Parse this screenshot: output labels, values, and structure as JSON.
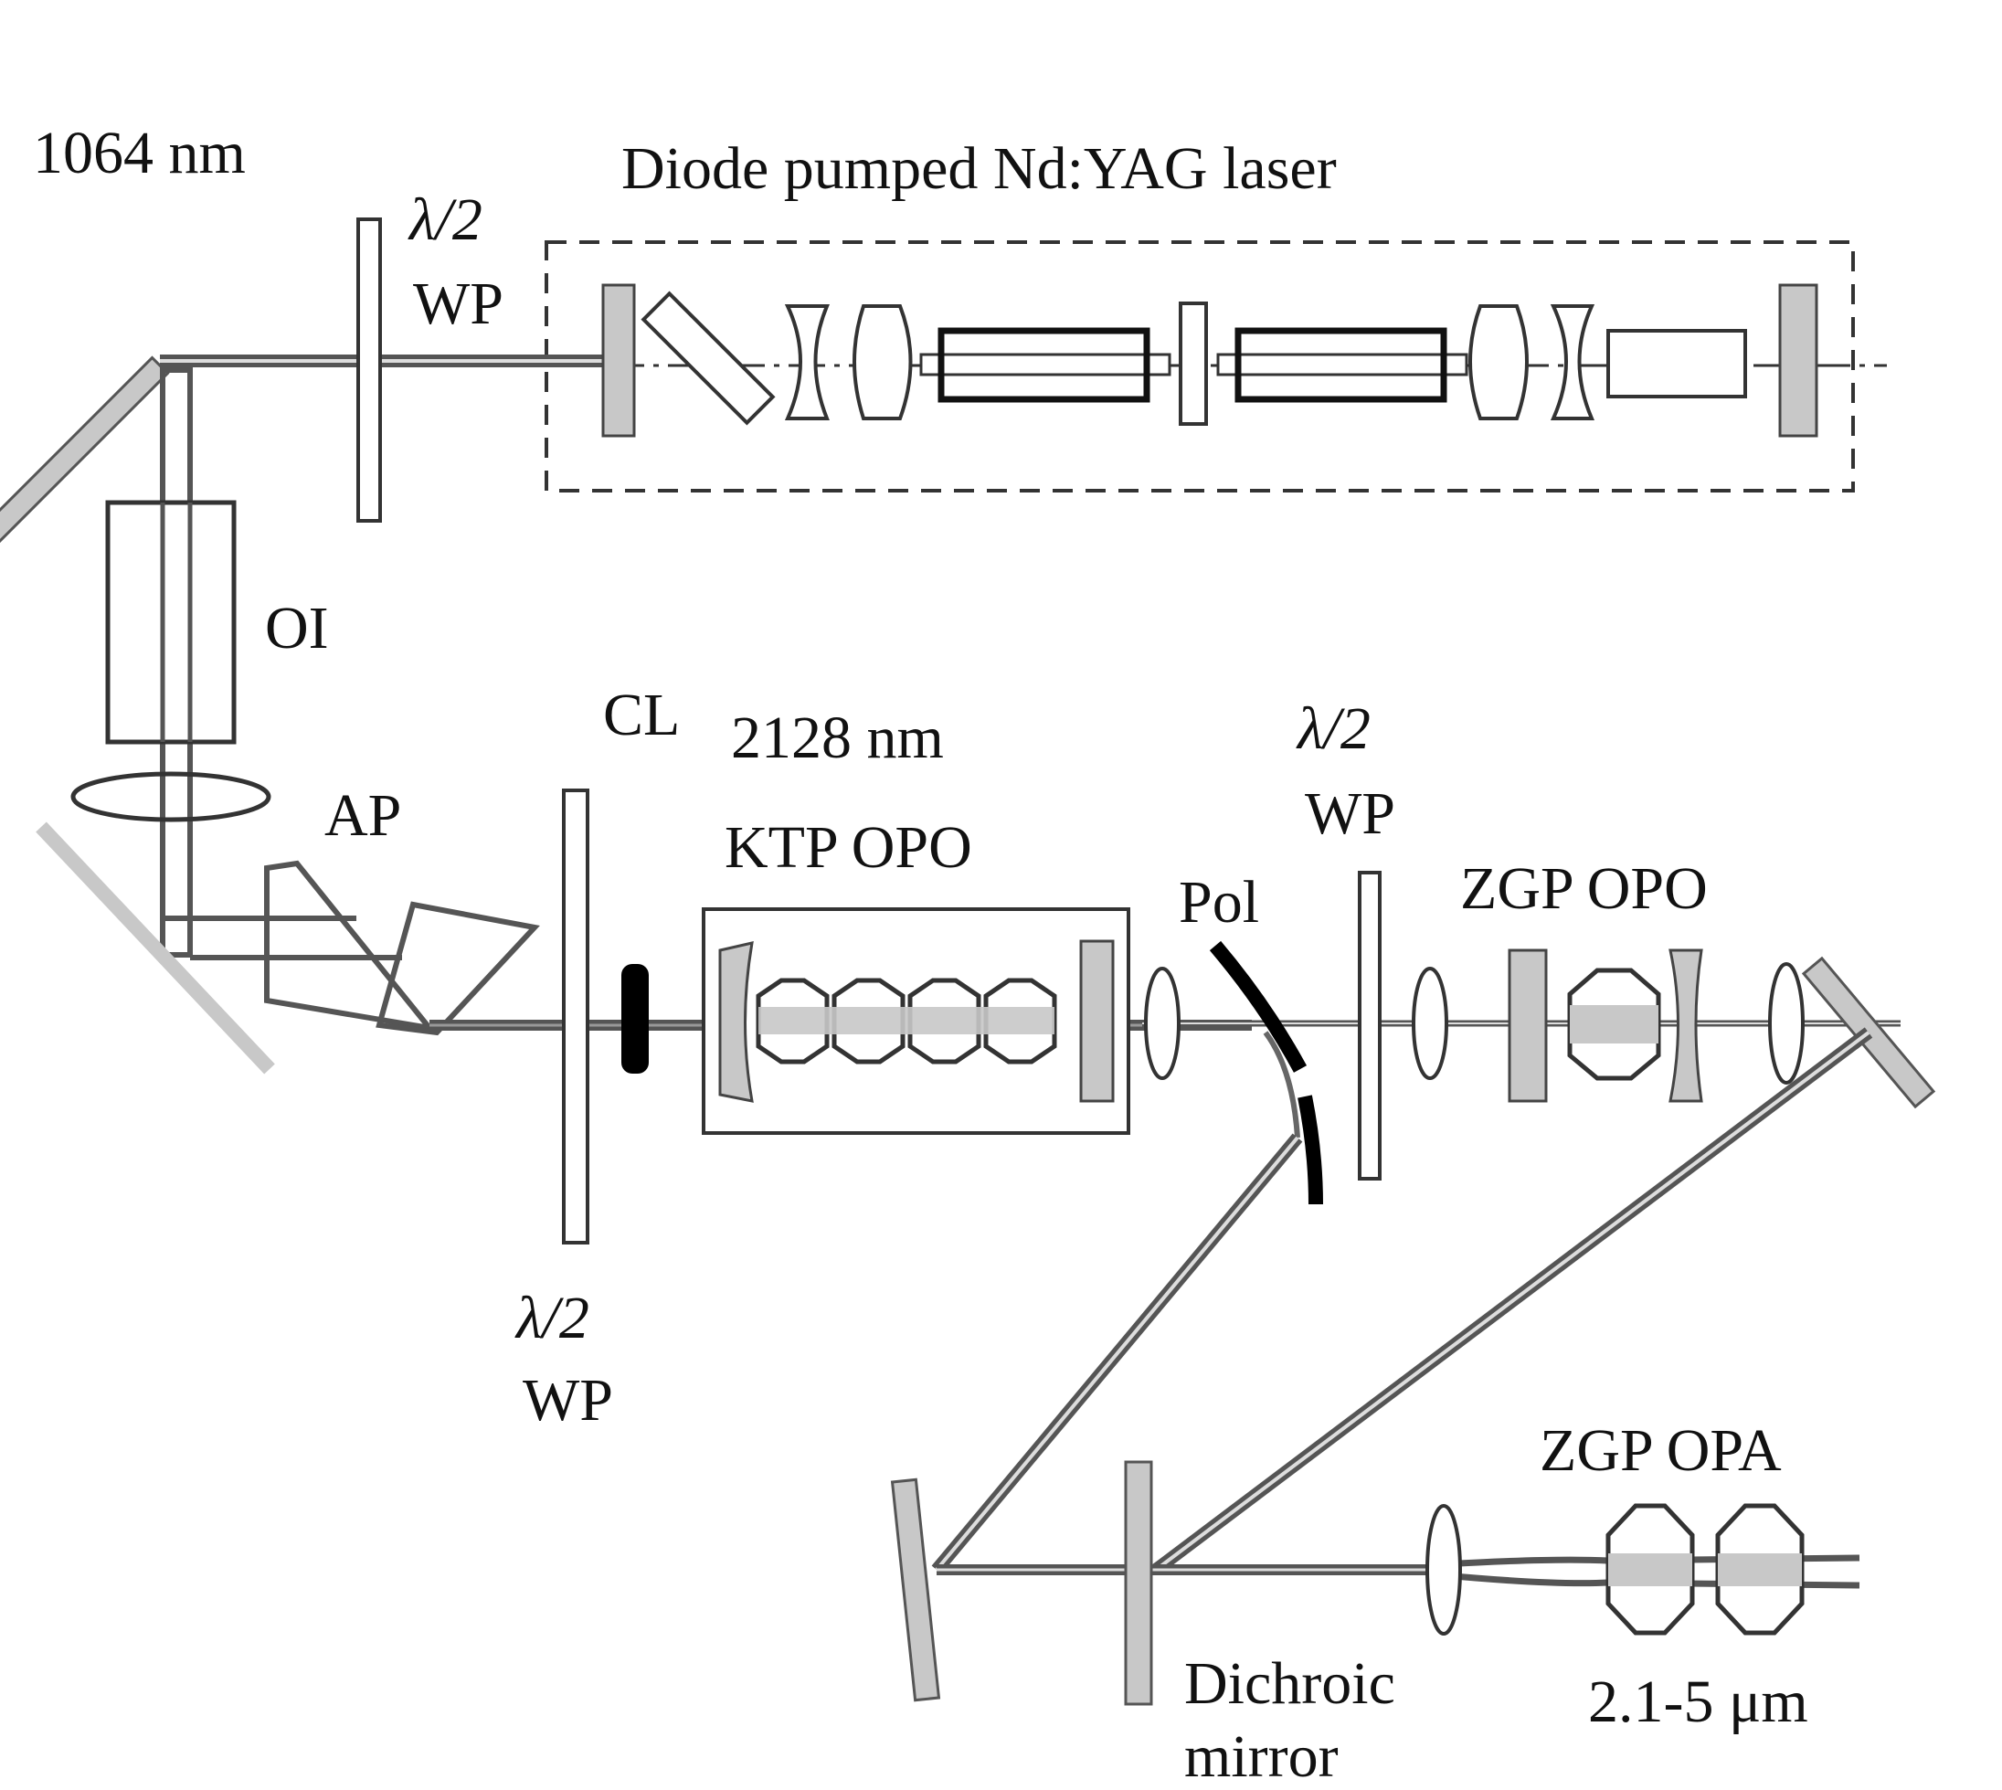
{
  "labels": {
    "pump_wavelength": "1064 nm",
    "laser_title": "Diode pumped Nd:YAG laser",
    "hwp_top_symbol": "λ/2",
    "hwp_top_wp": "WP",
    "oi": "OI",
    "ap": "AP",
    "cl": "CL",
    "signal_wavelength": "2128 nm",
    "ktp_opo": "KTP OPO",
    "pol": "Pol",
    "hwp_mid_symbol": "λ/2",
    "hwp_mid_wp": "WP",
    "zgp_opo": "ZGP OPO",
    "hwp_bottom_symbol": "λ/2",
    "hwp_bottom_wp": "WP",
    "zgp_opa": "ZGP OPA",
    "dichroic_line1": "Dichroic",
    "dichroic_line2": "mirror",
    "output_range": "2.1-5 μm"
  },
  "colors": {
    "beam": "#555555",
    "component_fill": "#c8c8c8",
    "outline": "#333333",
    "black_element": "#000000"
  }
}
